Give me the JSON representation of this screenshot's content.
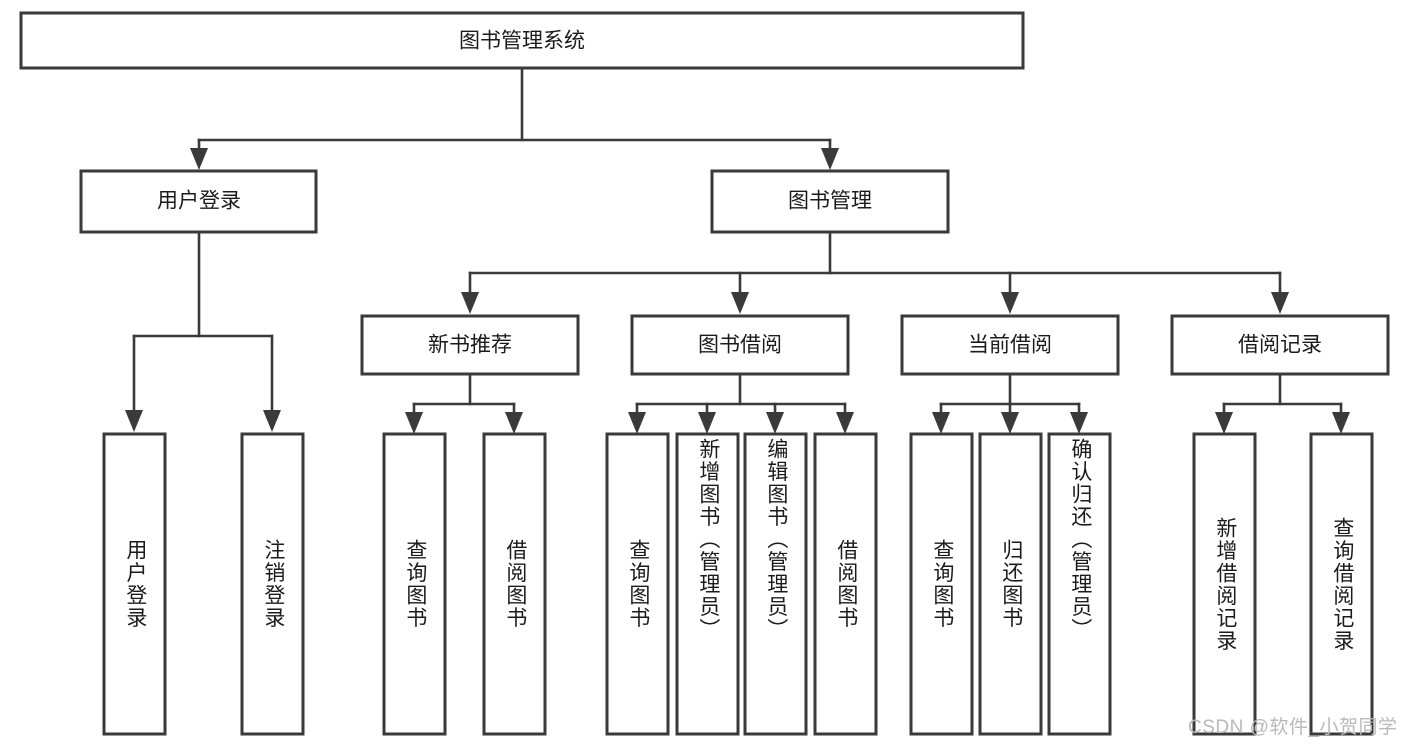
{
  "diagram": {
    "type": "tree",
    "title": "图书管理系统",
    "orientation": "top-down",
    "colors": {
      "background": "#ffffff",
      "box_stroke": "#3a3a3a",
      "box_fill": "#ffffff",
      "text": "#1b1b1b",
      "watermark": "#b9b9b9"
    },
    "root": {
      "id": "root",
      "label": "图书管理系统",
      "text_orientation": "horizontal"
    },
    "level1": [
      {
        "id": "user-login",
        "label": "用户登录",
        "text_orientation": "horizontal"
      },
      {
        "id": "book-manage",
        "label": "图书管理",
        "text_orientation": "horizontal"
      }
    ],
    "level2": [
      {
        "id": "new-book-recommend",
        "label": "新书推荐",
        "parent": "book-manage",
        "text_orientation": "horizontal"
      },
      {
        "id": "book-borrow",
        "label": "图书借阅",
        "parent": "book-manage",
        "text_orientation": "horizontal"
      },
      {
        "id": "current-borrow",
        "label": "当前借阅",
        "parent": "book-manage",
        "text_orientation": "horizontal"
      },
      {
        "id": "borrow-record",
        "label": "借阅记录",
        "parent": "book-manage",
        "text_orientation": "horizontal"
      }
    ],
    "leaves": [
      {
        "id": "leaf-user-login",
        "label": "用户登录",
        "parent": "user-login",
        "text_orientation": "vertical"
      },
      {
        "id": "leaf-user-logout",
        "label": "注销登录",
        "parent": "user-login",
        "text_orientation": "vertical"
      },
      {
        "id": "leaf-query-book-1",
        "label": "查询图书",
        "parent": "new-book-recommend",
        "text_orientation": "vertical"
      },
      {
        "id": "leaf-borrow-book-1",
        "label": "借阅图书",
        "parent": "new-book-recommend",
        "text_orientation": "vertical"
      },
      {
        "id": "leaf-query-book-2",
        "label": "查询图书",
        "parent": "book-borrow",
        "text_orientation": "vertical"
      },
      {
        "id": "leaf-add-book",
        "label": "新增图书（管理员）",
        "parent": "book-borrow",
        "text_orientation": "vertical"
      },
      {
        "id": "leaf-edit-book",
        "label": "编辑图书（管理员）",
        "parent": "book-borrow",
        "text_orientation": "vertical"
      },
      {
        "id": "leaf-borrow-book-2",
        "label": "借阅图书",
        "parent": "book-borrow",
        "text_orientation": "vertical"
      },
      {
        "id": "leaf-query-book-3",
        "label": "查询图书",
        "parent": "current-borrow",
        "text_orientation": "vertical"
      },
      {
        "id": "leaf-return-book",
        "label": "归还图书",
        "parent": "current-borrow",
        "text_orientation": "vertical"
      },
      {
        "id": "leaf-confirm-return",
        "label": "确认归还（管理员）",
        "parent": "current-borrow",
        "text_orientation": "vertical"
      },
      {
        "id": "leaf-add-record",
        "label": "新增借阅记录",
        "parent": "borrow-record",
        "text_orientation": "vertical"
      },
      {
        "id": "leaf-query-record",
        "label": "查询借阅记录",
        "parent": "borrow-record",
        "text_orientation": "vertical"
      }
    ],
    "watermark": "CSDN @软件_小贺同学"
  }
}
